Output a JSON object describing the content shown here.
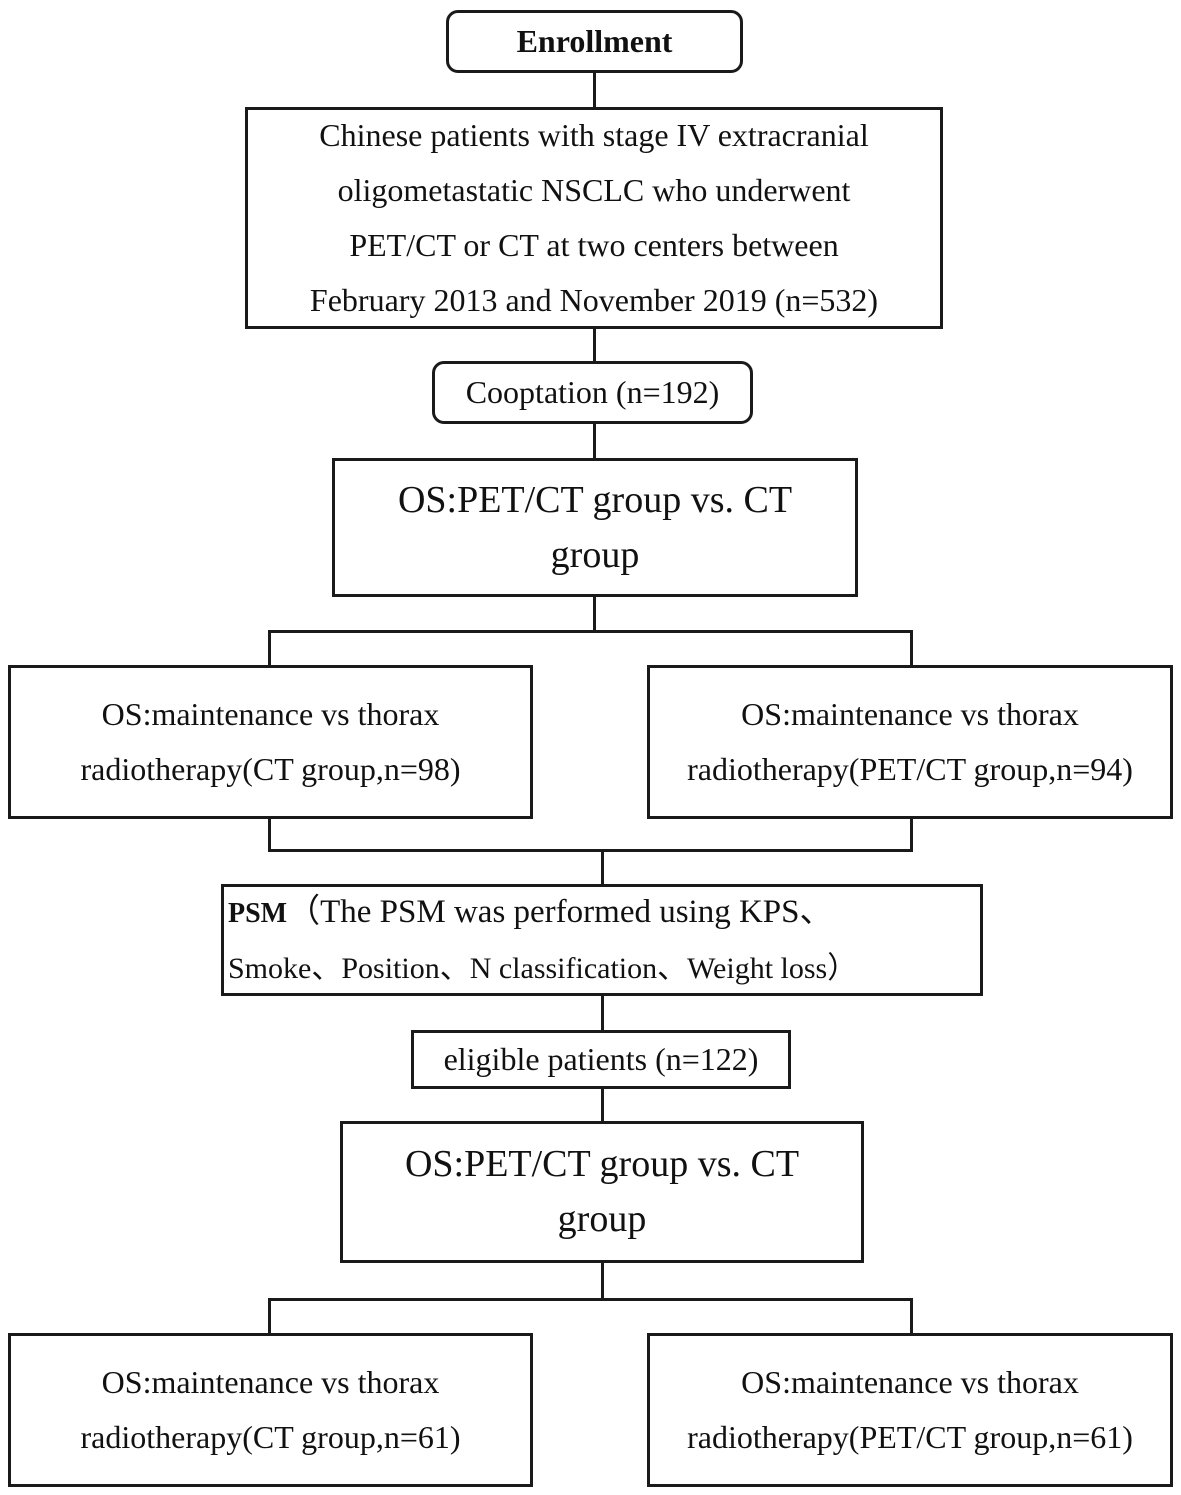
{
  "enrollment": "Enrollment",
  "population": [
    "Chinese patients with stage IV extracranial",
    "oligometastatic NSCLC who underwent",
    "PET/CT or CT at two centers between",
    "February 2013 and November 2019 (n=532)"
  ],
  "cooptation": "Cooptation (n=192)",
  "comparison1": [
    "OS:PET/CT group vs. CT",
    "group"
  ],
  "left1": [
    "OS:maintenance vs thorax",
    "radiotherapy(CT group,n=98)"
  ],
  "right1": [
    "OS:maintenance vs thorax",
    "radiotherapy(PET/CT group,n=94)"
  ],
  "psm": {
    "label": "PSM",
    "line1": "（The PSM was performed using KPS、",
    "line2": "Smoke、Position、N classification、Weight loss）"
  },
  "eligible": "eligible patients (n=122)",
  "comparison2": [
    "OS:PET/CT group vs. CT",
    "group"
  ],
  "left2": [
    "OS:maintenance vs thorax",
    "radiotherapy(CT group,n=61)"
  ],
  "right2": [
    "OS:maintenance vs thorax",
    "radiotherapy(PET/CT group,n=61)"
  ]
}
